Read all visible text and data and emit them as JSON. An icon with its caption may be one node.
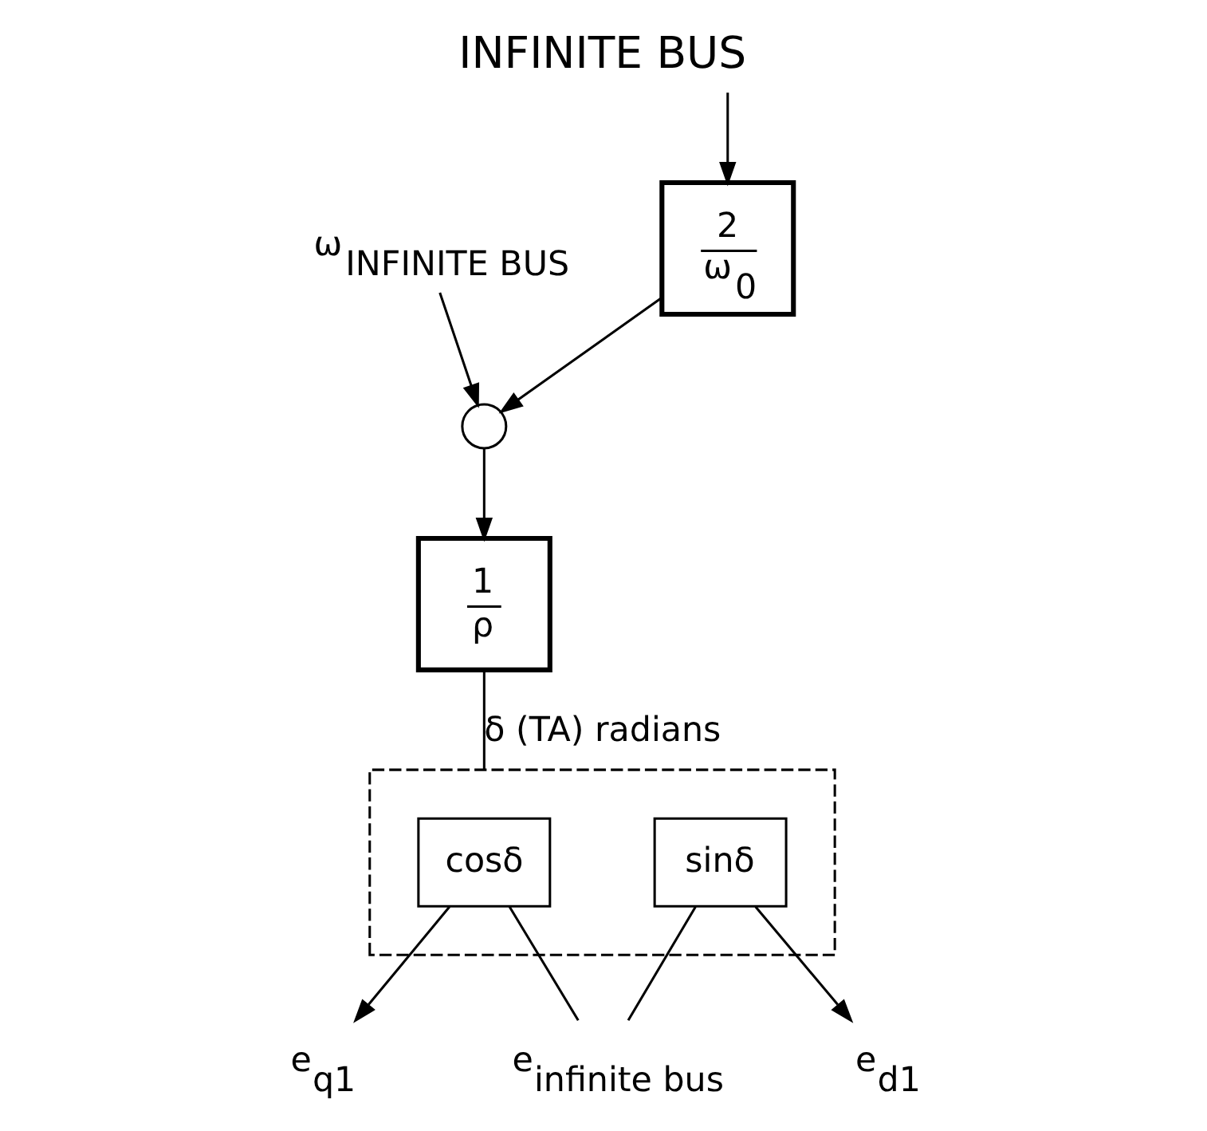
{
  "diagram": {
    "title": "INFINITE BUS",
    "nodes": [
      {
        "text": [
          "2",
          "ω$_{0}$"
        ]
      },
      {
        "text": [],
        "shape": "circle"
      },
      {
        "text": [
          "ω$_{INFINITE BUS}$"
        ]
      },
      {
        "text": [
          "1",
          "ρ"
        ]
      },
      {
        "text": [],
        "shape": "box"
      },
      {
        "text": [
          "cosδ"
        ],
        "in": 4
      },
      {
        "text": [
          "sinδ"
        ],
        "in": 4
      },
      {
        "text": [
          "e$_{q1}$"
        ]
      },
      {
        "text": [
          "e$_{d1}$"
        ]
      },
      {
        "text": [
          "e$_{infinite bus}$"
        ]
      }
    ],
    "edges": [
      {
        "from": null,
        "to": 0,
        "arrow": "to"
      },
      {
        "from": 0,
        "to": 1,
        "arrow": "to"
      },
      {
        "from": 2,
        "to": 1,
        "arrow": "to"
      },
      {
        "from": 1,
        "to": 3,
        "arrow": "to"
      },
      {
        "from": 3,
        "to": 4,
        "arrow": "none",
        "label": "δ (TA) radians"
      },
      {
        "from": 5,
        "to": 7,
        "arrow": "to"
      },
      {
        "from": 6,
        "to": 8,
        "arrow": "to"
      },
      {
        "from": 5,
        "to": 9,
        "arrow": "none"
      },
      {
        "from": 6,
        "to": 9,
        "arrow": "none"
      }
    ]
  }
}
